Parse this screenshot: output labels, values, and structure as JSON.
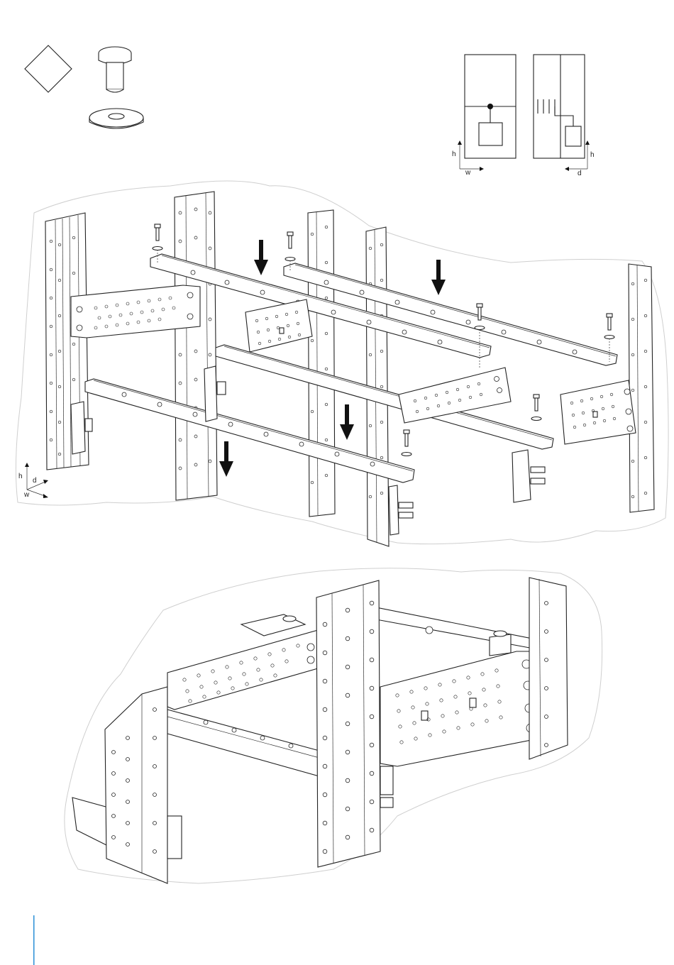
{
  "axes": {
    "top_left": {
      "h": "h",
      "w": "w"
    },
    "top_right": {
      "h": "h",
      "d": "d"
    },
    "lower_left": {
      "h": "h",
      "d": "d",
      "w": "w"
    }
  },
  "colors": {
    "line": "#222222",
    "cloud": "#cfcfcf",
    "accent_bar": "#2b8fd6",
    "arrow": "#111111"
  },
  "icons": [
    "diamond-step-icon",
    "screw-icon",
    "washer-icon"
  ],
  "arrows_count": 4
}
